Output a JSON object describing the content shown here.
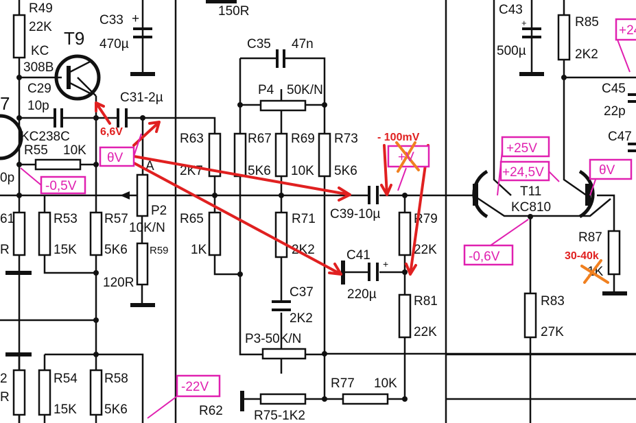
{
  "components": {
    "R49": {
      "ref": "R49",
      "value": "22K"
    },
    "T9": {
      "ref": "T9",
      "type1": "KC",
      "type2": "308B"
    },
    "C29": {
      "ref": "C29",
      "value": "10p"
    },
    "T7": {
      "ref": "7",
      "type": "KC238C",
      "cap": "0p"
    },
    "R55": {
      "ref": "R55",
      "value": "10K"
    },
    "C33": {
      "ref": "C33",
      "plus": "+",
      "value": "470µ"
    },
    "C31": {
      "ref": "C31-2µ"
    },
    "R150": {
      "value": "150R"
    },
    "R63": {
      "ref": "R63",
      "value": "2K7"
    },
    "A": {
      "ref": "A"
    },
    "P2": {
      "ref": "P2",
      "value": "10K/N"
    },
    "R59": {
      "ref": "R59",
      "value": "120R"
    },
    "R61": {
      "ref": "61",
      "value": "R"
    },
    "R53": {
      "ref": "R53",
      "value": "15K"
    },
    "R57": {
      "ref": "R57",
      "value": "5K6"
    },
    "R65": {
      "ref": "R65",
      "value": "1K"
    },
    "R62a": {
      "ref": "2",
      "value": "R"
    },
    "R54": {
      "ref": "R54",
      "value": "15K"
    },
    "R58": {
      "ref": "R58",
      "value": "5K6"
    },
    "R62": {
      "ref": "R62"
    },
    "C35": {
      "ref": "C35",
      "value": "47n"
    },
    "P4": {
      "ref": "P4",
      "value": "50K/N"
    },
    "R67": {
      "ref": "R67",
      "value": "5K6"
    },
    "R69": {
      "ref": "R69",
      "value": "10K"
    },
    "R73": {
      "ref": "R73",
      "value": "5K6"
    },
    "R71": {
      "ref": "R71",
      "value": "2K2"
    },
    "C37": {
      "ref": "C37",
      "value": "2K2"
    },
    "P3": {
      "ref": "P3-50K/N"
    },
    "R75": {
      "ref": "R75-1K2"
    },
    "R77": {
      "ref": "R77",
      "value": "10K"
    },
    "C39": {
      "ref": "C39-10µ"
    },
    "C41": {
      "ref": "C41",
      "value": "220µ",
      "plus": "+"
    },
    "R79": {
      "ref": "R79",
      "value": "22K"
    },
    "R81": {
      "ref": "R81",
      "value": "22K"
    },
    "C43": {
      "ref": "C43",
      "plus": "+",
      "value": "500µ"
    },
    "R85": {
      "ref": "R85",
      "value": "2K2"
    },
    "C45": {
      "ref": "C45",
      "value": "22p"
    },
    "C47": {
      "ref": "C47"
    },
    "T11": {
      "ref": "T11",
      "type": "KC810"
    },
    "R83": {
      "ref": "R83",
      "value": "27K"
    },
    "R87": {
      "ref": "R87",
      "value": "1K"
    }
  },
  "voltage_tags": {
    "r55": "-0,5V",
    "t9_out": "θV",
    "c39": "+V",
    "t11_c": "+25V",
    "t11_e2": "+24,5V",
    "t11_e": "-0,6V",
    "t11_b2": "θV",
    "top_right": "+24",
    "neg": "-22V"
  },
  "annotations": {
    "t9_emitter": "6,6V",
    "c39_measured": "- 100mV",
    "r87_new": "30-40k"
  },
  "colors": {
    "tag": "#e020b0",
    "annotation": "#e02020",
    "strike": "#f08020"
  }
}
